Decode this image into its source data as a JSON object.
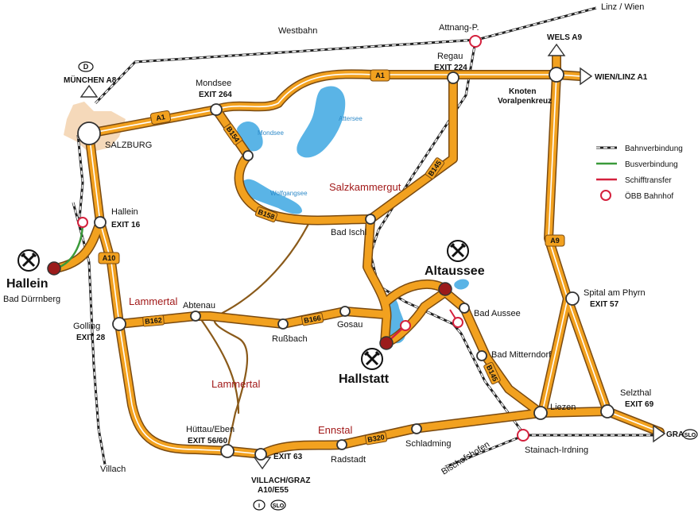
{
  "roads": {
    "a1_west": "A1",
    "a1_east": "A1",
    "a10": "A10",
    "a9": "A9",
    "b154": "B154",
    "b158": "B158",
    "b145": "B145",
    "b162": "B162",
    "b166": "B166",
    "b145_south": "B145",
    "b320": "B320"
  },
  "rail_labels": {
    "westbahn": "Westbahn",
    "attnang": "Attnang-P.",
    "linz_wien": "Linz / Wien",
    "villach": "Villach",
    "bischofshofen": "Bischofshofen"
  },
  "directions": {
    "muenchen": "MÜNCHEN A8",
    "muenchen_badge": "D",
    "wels": "WELS A9",
    "wien_linz": "WIEN/LINZ A1",
    "graz": "GRAZ",
    "graz_badge": "SLO",
    "villach_graz": "VILLACH/GRAZ",
    "a10_e55": "A10/E55",
    "badge_i": "I",
    "badge_slo": "SLO"
  },
  "towns": {
    "salzburg": "SALZBURG",
    "mondsee": "Mondsee",
    "mondsee_exit": "EXIT 264",
    "regau": "Regau",
    "regau_exit": "EXIT 224",
    "knoten": "Knoten",
    "voralpenkreuz": "Voralpenkreuz",
    "hallein": "Hallein",
    "hallein_exit": "EXIT 16",
    "golling": "Golling",
    "golling_exit": "EXIT 28",
    "abtenau": "Abtenau",
    "russbach": "Rußbach",
    "gosau": "Gosau",
    "bad_ischl": "Bad Ischl",
    "bad_aussee": "Bad Aussee",
    "bad_mitterndorf": "Bad Mitterndorf",
    "spital": "Spital am Phyrn",
    "spital_exit": "EXIT 57",
    "liezen": "Liezen",
    "selzthal": "Selzthal",
    "selzthal_exit": "EXIT 69",
    "huettau": "Hüttau/Eben",
    "huettau_exit": "EXIT 56/60",
    "exit63": "EXIT 63",
    "radstadt": "Radstadt",
    "schladming": "Schladming",
    "stainach": "Stainach-Irdning"
  },
  "lakes": {
    "mondsee": "Mondsee",
    "attersee": "Attersee",
    "wolfgangsee": "Wolfgangsee"
  },
  "regions": {
    "salzkammergut": "Salzkammergut",
    "lammertal_1": "Lammertal",
    "lammertal_2": "Lammertal",
    "ennstal": "Ennstal"
  },
  "destinations": {
    "hallein_big": "Hallein",
    "bad_duerrnberg": "Bad Dürrnberg",
    "altaussee": "Altaussee",
    "hallstatt": "Hallstatt"
  },
  "legend": {
    "bahn": "Bahnverbindung",
    "bus": "Busverbindung",
    "schiff": "Schifftransfer",
    "oebb": "ÖBB Bahnhof"
  },
  "colors": {
    "road": "#f2a11f",
    "road_outline": "#7a4a10",
    "lake": "#5ab4e6",
    "destination": "#9b1b1b",
    "bus": "#3a9a3a",
    "ship": "#d4213d",
    "region_text": "#a21a1a",
    "salzburg_area": "#f3d2ae"
  }
}
